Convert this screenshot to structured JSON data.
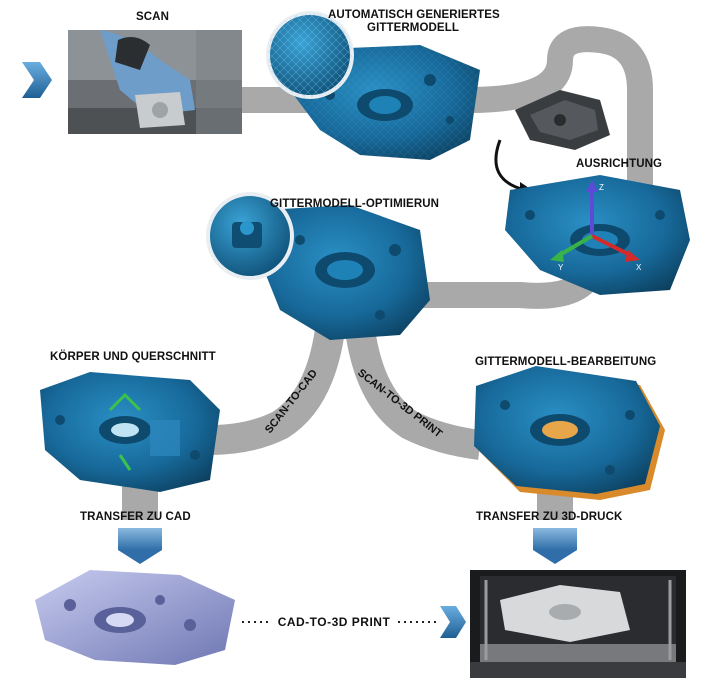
{
  "steps": {
    "scan": "SCAN",
    "auto_mesh_line1": "AUTOMATISCH GENERIERTES",
    "auto_mesh_line2": "GITTERMODELL",
    "alignment": "AUSRICHTUNG",
    "mesh_optimization": "GITTERMODELL-OPTIMIERUN",
    "body_section": "KÖRPER UND QUERSCHNITT",
    "mesh_editing": "GITTERMODELL-BEARBEITUNG",
    "transfer_cad": "TRANSFER ZU CAD",
    "transfer_3d": "TRANSFER ZU 3D-DRUCK"
  },
  "paths": {
    "scan_to_cad": "SCAN-TO-CAD",
    "scan_to_3d": "SCAN-TO-3D PRINT",
    "cad_to_3d": "CAD-TO-3D PRINT"
  },
  "axis_labels": {
    "x": "X",
    "y": "Y",
    "z": "Z"
  },
  "colors": {
    "band_gray": "#a9a9a9",
    "mesh_blue": "#1b6f9c",
    "mesh_dark": "#0f4a6b",
    "chevron_blue": "#2f7fb8",
    "print_orange": "#d98a2a",
    "cad_lilac": "#9aa0d0"
  }
}
